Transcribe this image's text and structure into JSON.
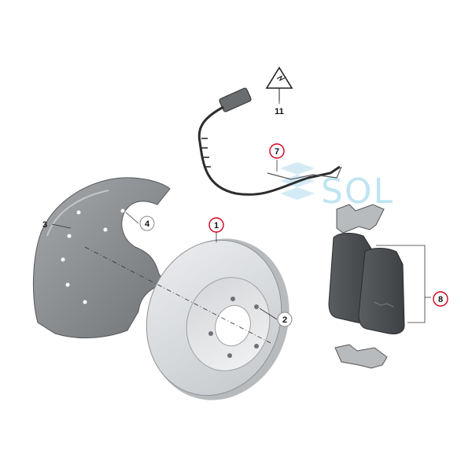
{
  "callouts": [
    {
      "id": "1",
      "label": "1",
      "ring": "red"
    },
    {
      "id": "2",
      "label": "2",
      "ring": "gray"
    },
    {
      "id": "3",
      "label": "3",
      "ring": "none"
    },
    {
      "id": "4",
      "label": "4",
      "ring": "gray"
    },
    {
      "id": "7",
      "label": "7",
      "ring": "red"
    },
    {
      "id": "8",
      "label": "8",
      "ring": "red"
    },
    {
      "id": "11",
      "label": "11",
      "ring": "none"
    }
  ],
  "watermark": {
    "text": "SOL"
  },
  "colors": {
    "highlight_ring": "#d0021b",
    "ring": "#888888",
    "watermark": "#bfe4f2",
    "rotor": "#d9dbdd",
    "pad": "#4a4d50",
    "shield": "#8a8d90"
  }
}
